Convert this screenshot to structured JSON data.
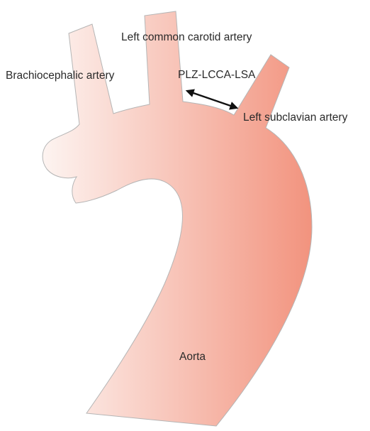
{
  "diagram": {
    "labels": {
      "brachiocephalic": "Brachiocephalic artery",
      "left_common_carotid": "Left common carotid artery",
      "plz": "PLZ-LCCA-LSA",
      "left_subclavian": "Left subclavian artery",
      "aorta": "Aorta"
    },
    "colors": {
      "gradient_start": "#fdf4f1",
      "gradient_end": "#f2937e",
      "outline": "#b5b5b5",
      "arrow": "#111111",
      "text": "#2a2a2a"
    }
  }
}
